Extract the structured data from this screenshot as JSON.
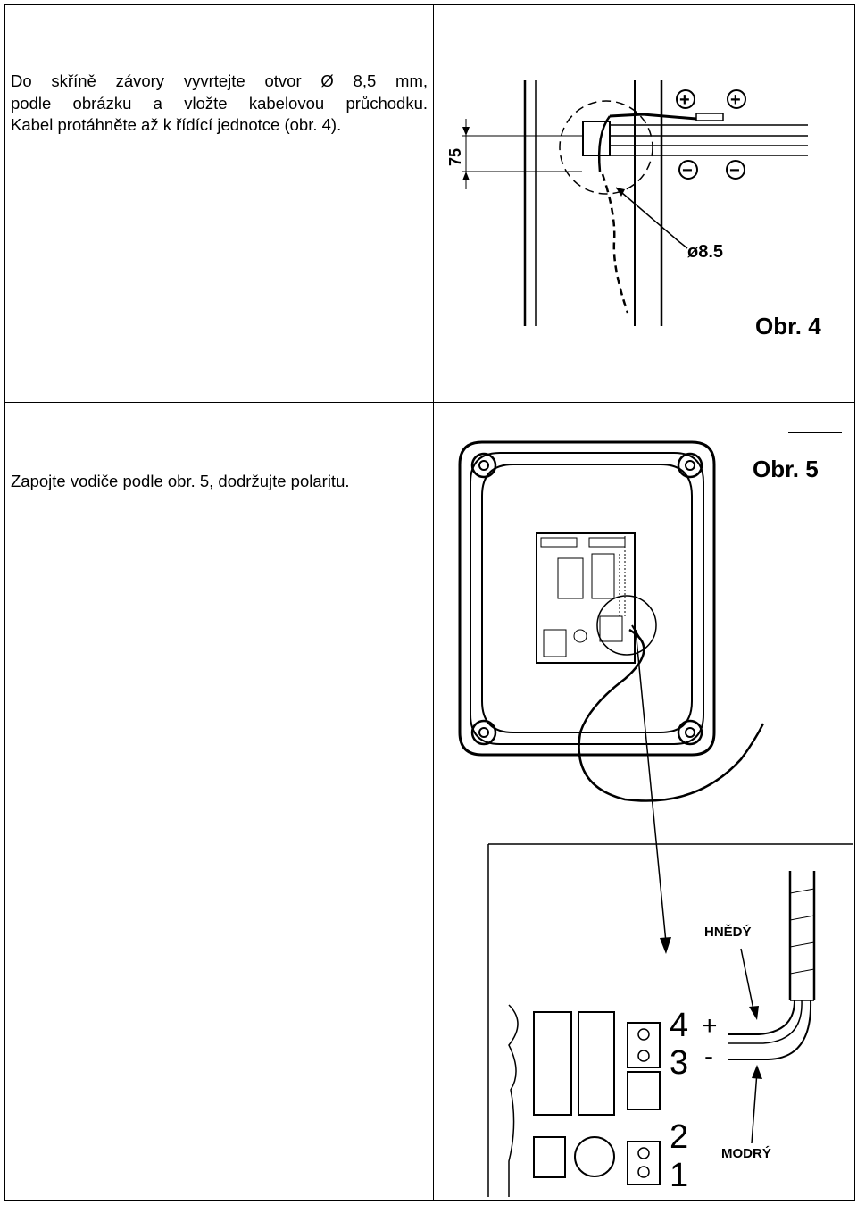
{
  "text": {
    "paragraph1_lines": [
      "Do skříně závory vyvrtejte otvor Ø 8,5 mm,",
      "podle obrázku a vložte kabelovou průchodku.",
      "Kabel protáhněte až k řídící jednotce (obr. 4)."
    ],
    "paragraph2": "Zapojte vodiče podle   obr. 5, dodržujte polaritu."
  },
  "figure4": {
    "label": "Obr. 4",
    "dimension": "75",
    "hole": "ø8.5",
    "plus": "+",
    "minus": "−"
  },
  "figure5": {
    "label": "Obr. 5",
    "wire_brown": "HNĚDÝ",
    "wire_blue": "MODRÝ",
    "terminal_4": "4",
    "terminal_3": "3",
    "terminal_2": "2",
    "terminal_1": "1",
    "plus": "+",
    "minus": "-"
  }
}
